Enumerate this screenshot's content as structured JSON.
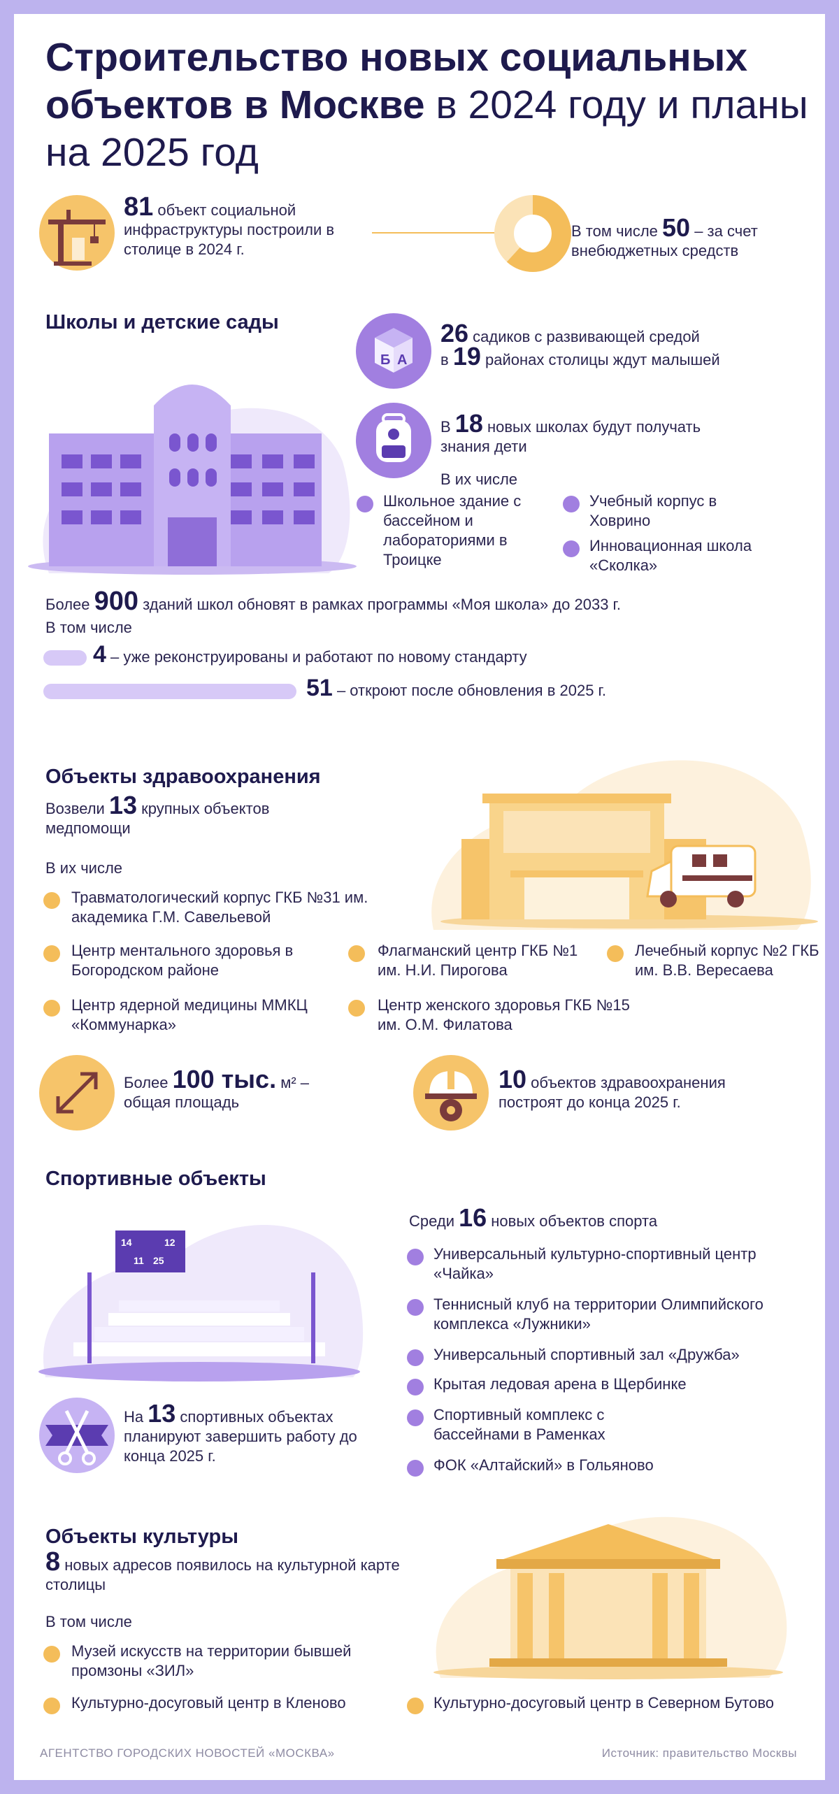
{
  "title": {
    "bold": "Строительство новых социальных объектов в Москве",
    "rest": " в 2024 году и планы на 2025 год"
  },
  "intro": {
    "n1": "81",
    "t1": " объект социальной инфраструктуры построили в столице в 2024 г.",
    "pre2": "В том числе ",
    "n2": "50",
    "t2": " – за счет внебюджетных средств",
    "donut_fraction": 0.617
  },
  "schools": {
    "heading": "Школы и детские сады",
    "kg_n": "26",
    "kg_t1": " садиков с развивающей средой",
    "kg_pre": "в ",
    "kg_n2": "19",
    "kg_t2": " районах столицы ждут малышей",
    "sch_pre": "В ",
    "sch_n": "18",
    "sch_t": " новых школах будут получать знания дети",
    "incl": "В их числе",
    "items": [
      "Школьное здание с бассейном и лабораториями в Троицке",
      "Учебный корпус в Ховрино",
      "Инновационная школа «Сколка»"
    ],
    "blocks": [
      "Б",
      "А"
    ],
    "more_pre": "Более ",
    "more_n": "900",
    "more_t": " зданий школ обновят в рамках программы «Моя школа» до 2033 г.",
    "incl2": "В том числе",
    "bar1_n": "4",
    "bar1_t": " – уже реконструированы и работают по новому стандарту",
    "bar2_n": "51",
    "bar2_t": " – откроют после обновления в 2025 г."
  },
  "health": {
    "heading": "Объекты здравоохранения",
    "pre": "Возвели ",
    "n": "13",
    "t": " крупных объектов медпомощи",
    "incl": "В их числе",
    "items": [
      "Травматологический корпус ГКБ №31 им. академика Г.М. Савельевой",
      "Центр ментального здоровья в Богородском районе",
      "Флагманский центр ГКБ №1 им. Н.И. Пирогова",
      "Лечебный корпус №2 ГКБ им. В.В. Вересаева",
      "Центр ядерной медицины ММКЦ «Коммунарка»",
      "Центр женского здоровья ГКБ №15 им. О.М. Филатова"
    ],
    "area_pre": "Более ",
    "area_n": "100 тыс.",
    "area_t": " м² – общая площадь",
    "plan_n": "10",
    "plan_t": " объектов здравоохранения построят до конца 2025 г."
  },
  "sport": {
    "heading": "Спортивные объекты",
    "pre": "Среди ",
    "n": "16",
    "t": " новых объектов спорта",
    "items": [
      "Универсальный культурно-спортивный центр «Чайка»",
      "Теннисный клуб на территории Олимпийского комплекса «Лужники»",
      "Универсальный спортивный зал «Дружба»",
      "Крытая ледовая арена в Щербинке",
      "Спортивный комплекс с бассейнами в Раменках",
      "ФОК «Алтайский» в Гольяново"
    ],
    "plan_pre": "На ",
    "plan_n": "13",
    "plan_t": " спортивных объектах планируют завершить работу до конца 2025 г.",
    "scoreboard": [
      "14",
      "12",
      "11",
      "25"
    ]
  },
  "culture": {
    "heading": "Объекты культуры",
    "n": "8",
    "t": " новых адресов появилось на культурной карте столицы",
    "incl": "В том числе",
    "items": [
      "Музей искусств на территории бывшей промзоны «ЗИЛ»",
      "Культурно-досуговый центр в Кленово",
      "Культурно-досуговый центр в Северном Бутово"
    ]
  },
  "footer": {
    "agency": "АГЕНТСТВО ГОРОДСКИХ НОВОСТЕЙ «МОСКВА»",
    "source": "Источник: правительство Москвы"
  },
  "colors": {
    "purple": "#a17fe0",
    "yellow": "#f4bd5a",
    "navy": "#1e1a4d",
    "frame": "#bdb3ee"
  },
  "icons": [
    "crane-icon",
    "donut-chart-icon",
    "toy-blocks-icon",
    "backpack-icon",
    "school-building-illustration",
    "hospital-illustration",
    "ambulance-icon",
    "resize-arrow-icon",
    "helmet-gear-icon",
    "sports-arena-illustration",
    "ribbon-scissors-icon",
    "museum-columns-illustration"
  ]
}
